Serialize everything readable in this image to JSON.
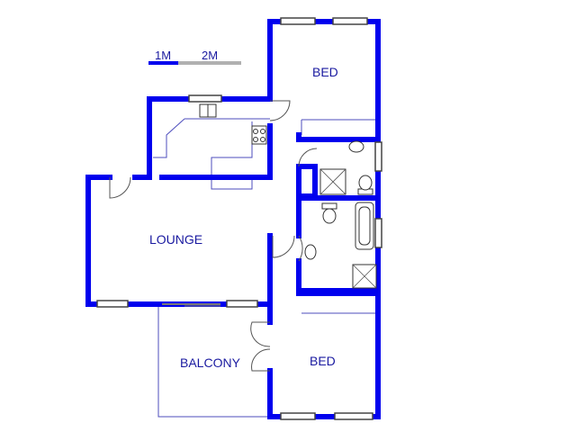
{
  "scale": {
    "label_1": "1M",
    "label_2": "2M"
  },
  "rooms": {
    "bed_top": "BED",
    "lounge": "LOUNGE",
    "balcony": "BALCONY",
    "bed_bottom": "BED"
  },
  "colors": {
    "wall": "#0000ee",
    "text": "#1a1aa0",
    "thin_line": "#4d4dbd",
    "scale_grey": "#b0b0b0"
  }
}
